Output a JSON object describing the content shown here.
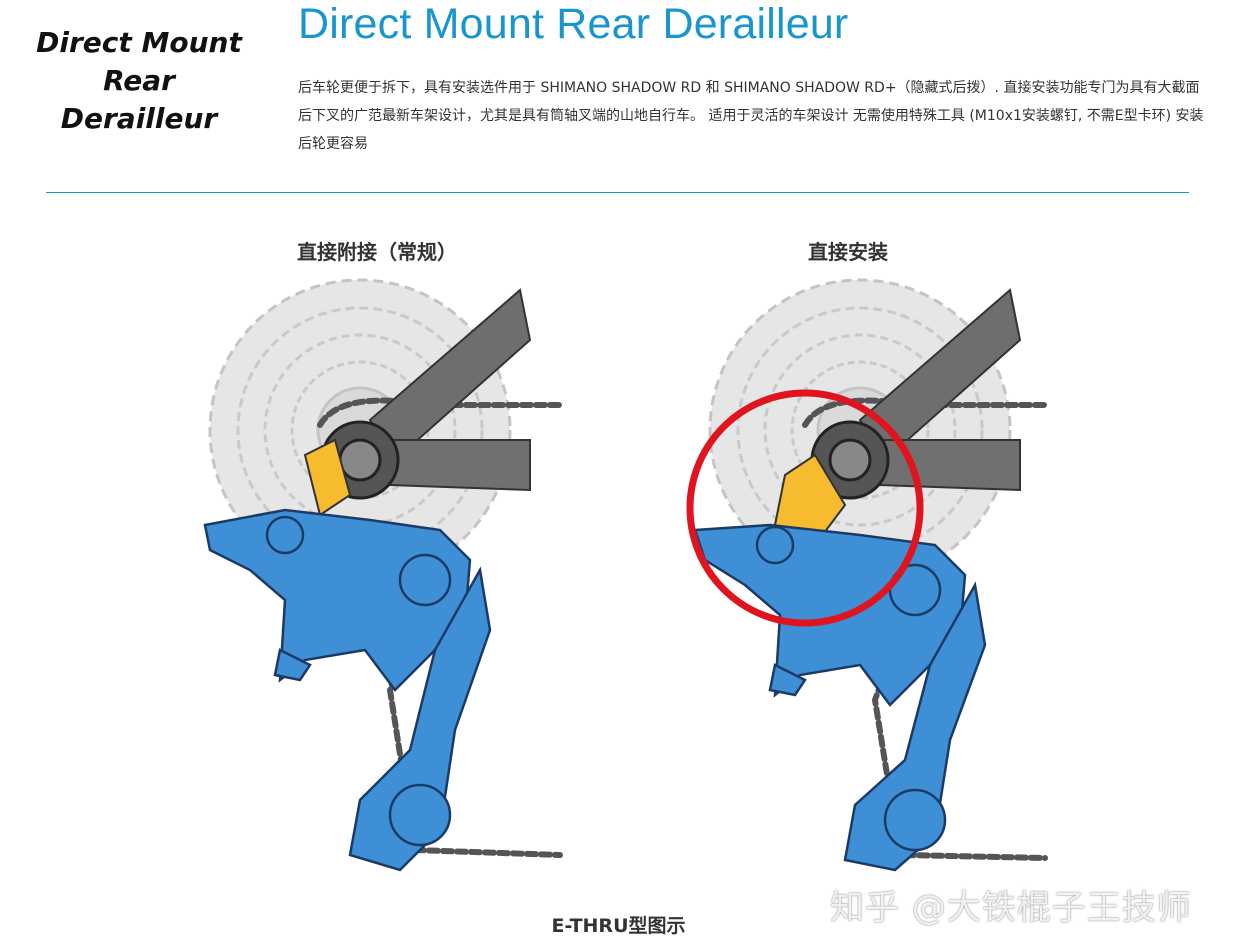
{
  "logo": {
    "line1": "Direct Mount",
    "line2": "Rear Derailleur"
  },
  "title": "Direct Mount Rear Derailleur",
  "description": "后车轮更便于拆下，具有安装选件用于 SHIMANO SHADOW RD 和 SHIMANO SHADOW RD+（隐藏式后拨）. 直接安装功能专门为具有大截面后下叉的广范最新车架设计，尤其是具有筒轴叉端的山地自行车。 适用于灵活的车架设计 无需使用特殊工具 (M10x1安装螺钉, 不需E型卡环) 安装后轮更容易",
  "figures": [
    {
      "title": "直接附接（常规）"
    },
    {
      "title": "直接安装"
    }
  ],
  "caption": "E-THRU型图示",
  "watermark": "知乎 @大铁棍子王技师",
  "colors": {
    "title_blue": "#1a96cf",
    "derailleur_blue": "#3f8fd6",
    "hanger_yellow": "#f7bb2f",
    "highlight_red": "#e0141e",
    "frame_gray": "#6e6e6e",
    "cassette_gray": "#cfcfcf"
  }
}
